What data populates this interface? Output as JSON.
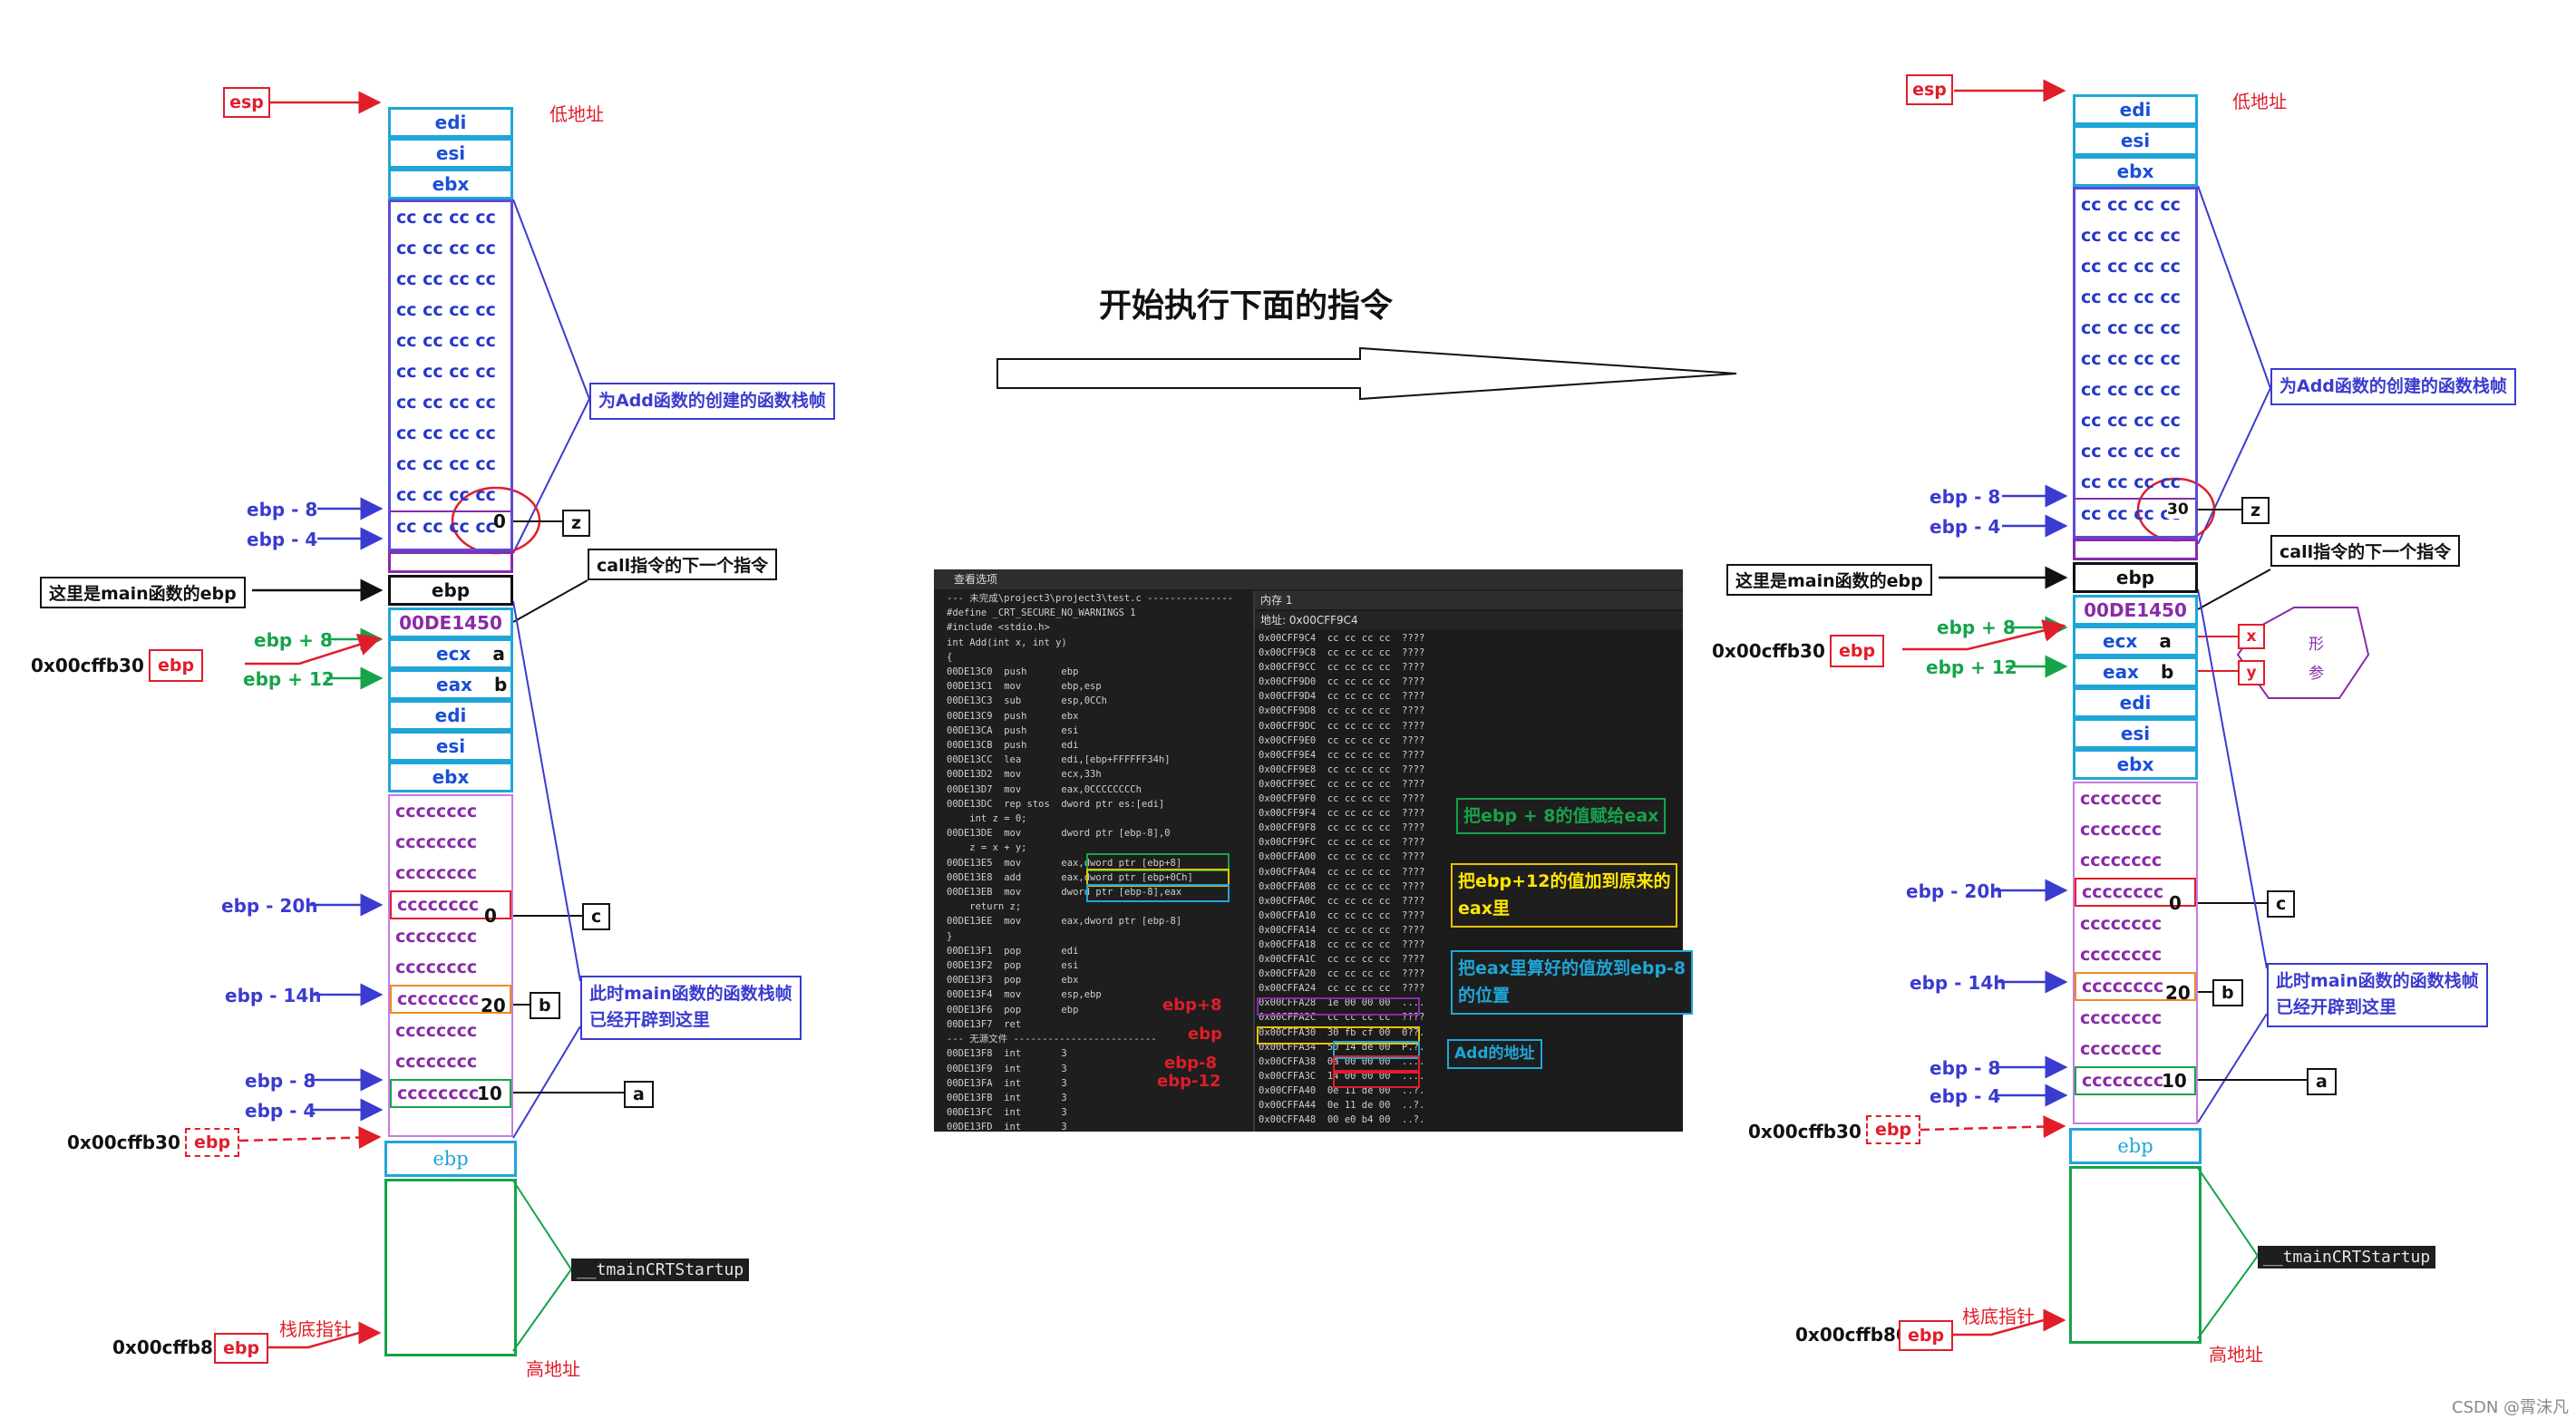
{
  "title": "开始执行下面的指令",
  "watermark": "CSDN @霄沫凡",
  "low_addr": "低地址",
  "high_addr": "高地址",
  "stack_bottom": "栈底指针",
  "esp": "esp",
  "ebp": "ebp",
  "regs": {
    "edi": "edi",
    "esi": "esi",
    "ebx": "ebx",
    "ecx": "ecx",
    "eax": "eax"
  },
  "cc4": "cc cc cc cc",
  "cc8": "cccccccc",
  "ret_addr": "00DE1450",
  "main_ebp_label": "这里是main函数的ebp",
  "call_next": "call指令的下一个指令",
  "add_frame": "为Add函数的创建的函数栈帧",
  "main_frame_l1": "此时main函数的函数栈帧",
  "main_frame_l2": "已经开辟到这里",
  "tmain": "__tmainCRTStartup",
  "offsets": {
    "m8": "ebp - 8",
    "m4": "ebp - 4",
    "p8": "ebp + 8",
    "p12": "ebp + 12",
    "m20h": "ebp - 20h",
    "m14h": "ebp - 14h"
  },
  "addr": {
    "a30": "0x00cffb30",
    "a80": "0x00cffb80"
  },
  "vals": {
    "zero": "0",
    "twenty": "20",
    "ten": "10",
    "thirty": "30"
  },
  "vars": {
    "a": "a",
    "b": "b",
    "c": "c",
    "z": "z",
    "x": "x",
    "y": "y"
  },
  "param_l1": "形",
  "param_l2": "参",
  "ide": {
    "header": "查看选项",
    "mem_title": "内存 1",
    "mem_addr_label": "地址: 0x00CFF9C4",
    "code": "--- 未完成\\project3\\project3\\test.c ---------------\n#define _CRT_SECURE_NO_WARNINGS 1\n#include <stdio.h>\nint Add(int x, int y)\n{\n00DE13C0  push      ebp\n00DE13C1  mov       ebp,esp\n00DE13C3  sub       esp,0CCh\n00DE13C9  push      ebx\n00DE13CA  push      esi\n00DE13CB  push      edi\n00DE13CC  lea       edi,[ebp+FFFFFF34h]\n00DE13D2  mov       ecx,33h\n00DE13D7  mov       eax,0CCCCCCCCh\n00DE13DC  rep stos  dword ptr es:[edi]\n    int z = 0;\n00DE13DE  mov       dword ptr [ebp-8],0\n    z = x + y;\n00DE13E5  mov       eax,dword ptr [ebp+8]\n00DE13E8  add       eax,dword ptr [ebp+0Ch]\n00DE13EB  mov       dword ptr [ebp-8],eax\n    return z;\n00DE13EE  mov       eax,dword ptr [ebp-8]\n}\n00DE13F1  pop       edi\n00DE13F2  pop       esi\n00DE13F3  pop       ebx\n00DE13F4  mov       esp,ebp\n00DE13F6  pop       ebp\n00DE13F7  ret\n--- 无源文件 -------------------------\n00DE13F8  int       3\n00DE13F9  int       3\n00DE13FA  int       3\n00DE13FB  int       3\n00DE13FC  int       3\n00DE13FD  int       3",
    "mem": "0x00CFF9C4  cc cc cc cc  ????\n0x00CFF9C8  cc cc cc cc  ????\n0x00CFF9CC  cc cc cc cc  ????\n0x00CFF9D0  cc cc cc cc  ????\n0x00CFF9D4  cc cc cc cc  ????\n0x00CFF9D8  cc cc cc cc  ????\n0x00CFF9DC  cc cc cc cc  ????\n0x00CFF9E0  cc cc cc cc  ????\n0x00CFF9E4  cc cc cc cc  ????\n0x00CFF9E8  cc cc cc cc  ????\n0x00CFF9EC  cc cc cc cc  ????\n0x00CFF9F0  cc cc cc cc  ????\n0x00CFF9F4  cc cc cc cc  ????\n0x00CFF9F8  cc cc cc cc  ????\n0x00CFF9FC  cc cc cc cc  ????\n0x00CFFA00  cc cc cc cc  ????\n0x00CFFA04  cc cc cc cc  ????\n0x00CFFA08  cc cc cc cc  ????\n0x00CFFA0C  cc cc cc cc  ????\n0x00CFFA10  cc cc cc cc  ????\n0x00CFFA14  cc cc cc cc  ????\n0x00CFFA18  cc cc cc cc  ????\n0x00CFFA1C  cc cc cc cc  ????\n0x00CFFA20  cc cc cc cc  ????\n0x00CFFA24  cc cc cc cc  ????\n0x00CFFA28  1e 00 00 00  ....\n0x00CFFA2C  cc cc cc cc  ????\n0x00CFFA30  30 fb cf 00  0??.\n0x00CFFA34  50 14 de 00  P.?.\n0x00CFFA38  0a 00 00 00  ....\n0x00CFFA3C  14 00 00 00  ....\n0x00CFFA40  0e 11 de 00  ..?.\n0x00CFFA44  0e 11 de 00  ..?.\n0x00CFFA48  00 e0 b4 00  ..?."
  },
  "ide_anno": {
    "a1": "把ebp + 8的值赋给eax",
    "a2_l1": "把ebp+12的值加到原来的",
    "a2_l2": "eax里",
    "a3_l1": "把eax里算好的值放到ebp-8",
    "a3_l2": "的位置",
    "add_addr": "Add的地址",
    "ebp_p8": "ebp+8",
    "ebp": "ebp",
    "ebp_m8": "ebp-8",
    "ebp_m12": "ebp-12"
  },
  "colors": {
    "cyan": "#1fa6d8",
    "purple_border": "#5b4bd6",
    "red": "#e11d2a",
    "green": "#16a34a",
    "blue": "#3a3bd0",
    "violet": "#8a2aa8",
    "orange": "#f08a24"
  }
}
